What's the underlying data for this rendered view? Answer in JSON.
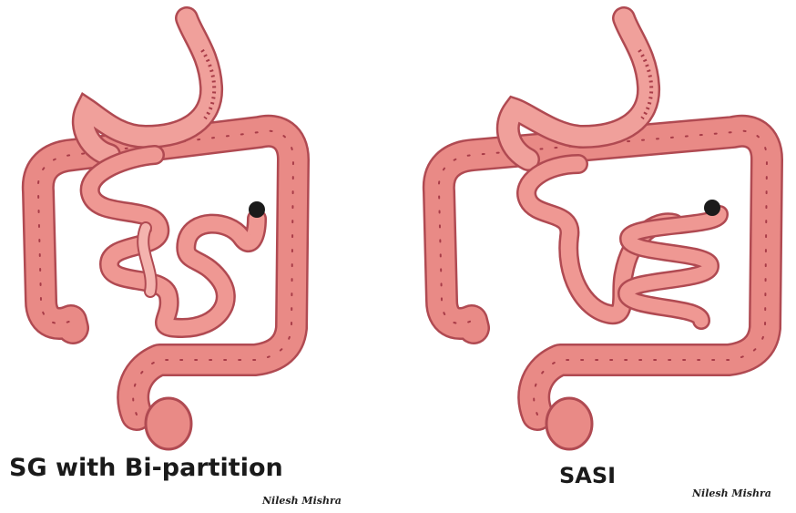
{
  "colors": {
    "tissue_fill": "#e98a86",
    "tissue_light": "#f4b3ae",
    "tissue_stroke": "#b04a52",
    "haustra_line": "#a83c48",
    "stoma": "#1b1b1b"
  },
  "left_panel": {
    "caption": "SG with Bi-partition",
    "signature": "Nilesh Mishra"
  },
  "right_panel": {
    "caption": "SASI",
    "signature": "Nilesh Mishra"
  }
}
